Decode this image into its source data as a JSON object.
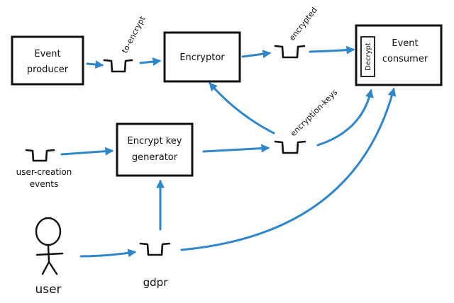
{
  "diagram": {
    "arrow_color": "#2f86c8",
    "ink_color": "#111111",
    "boxes": {
      "producer_line1": "Event",
      "producer_line2": "producer",
      "encryptor": "Encryptor",
      "consumer_line1": "Event",
      "consumer_line2": "consumer",
      "decrypt": "Decrypt",
      "keygen_line1": "Encrypt key",
      "keygen_line2": "generator"
    },
    "topics": {
      "to_encrypt": "to-encrypt",
      "encrypted": "encrypted",
      "encryption_keys": "encryption-keys",
      "user_creation_line1": "user-creation",
      "user_creation_line2": "events",
      "gdpr": "gdpr"
    },
    "actor": {
      "user": "user"
    }
  }
}
